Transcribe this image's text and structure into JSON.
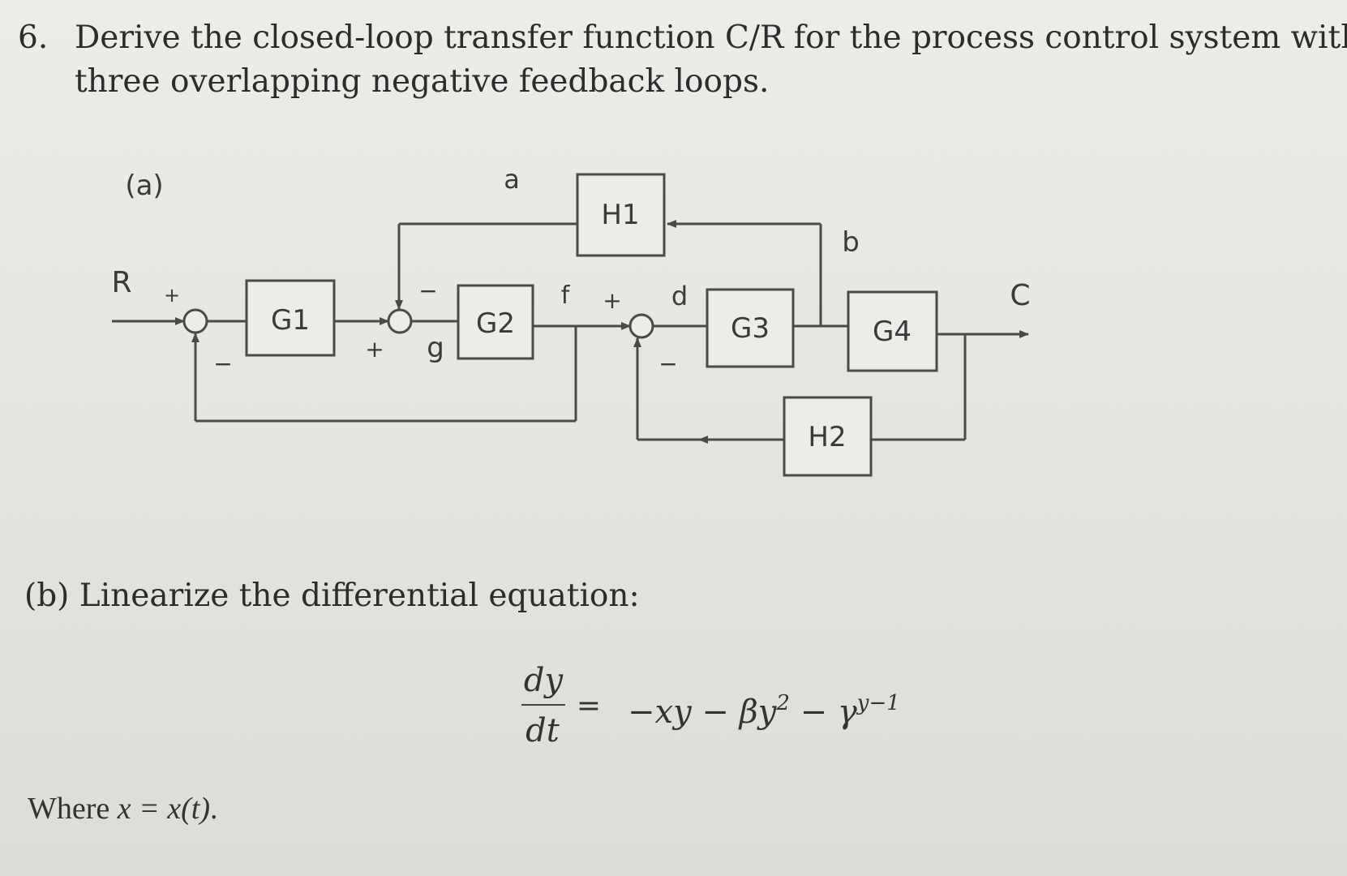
{
  "question": {
    "number": "6.",
    "line1": "Derive the closed-loop transfer function C/R for the process control system with",
    "line2": "three overlapping negative feedback loops."
  },
  "part_a": {
    "label": "(a)",
    "diagram": {
      "input": "R",
      "output": "C",
      "blocks": {
        "g1": "G1",
        "g2": "G2",
        "g3": "G3",
        "g4": "G4",
        "h1": "H1",
        "h2": "H2"
      },
      "nodes": {
        "a": "a",
        "b": "b",
        "d": "d",
        "f": "f",
        "g": "g"
      },
      "signs": {
        "s1_plus": "+",
        "s1_minus": "−",
        "s2_minus": "−",
        "s2_plus": "+",
        "s3_plus": "+",
        "s3_minus": "−"
      }
    }
  },
  "part_b": {
    "label": "(b) Linearize the differential equation:",
    "equation": {
      "numerator": "dy",
      "denominator": "dt",
      "equals": "=",
      "rhs_part1": "−xy − βy",
      "rhs_sup1": "2",
      "rhs_part2": " − γ",
      "rhs_sup2": "y−1"
    },
    "where_prefix": "Where ",
    "where_expr": "x = x(t)",
    "where_suffix": "."
  }
}
